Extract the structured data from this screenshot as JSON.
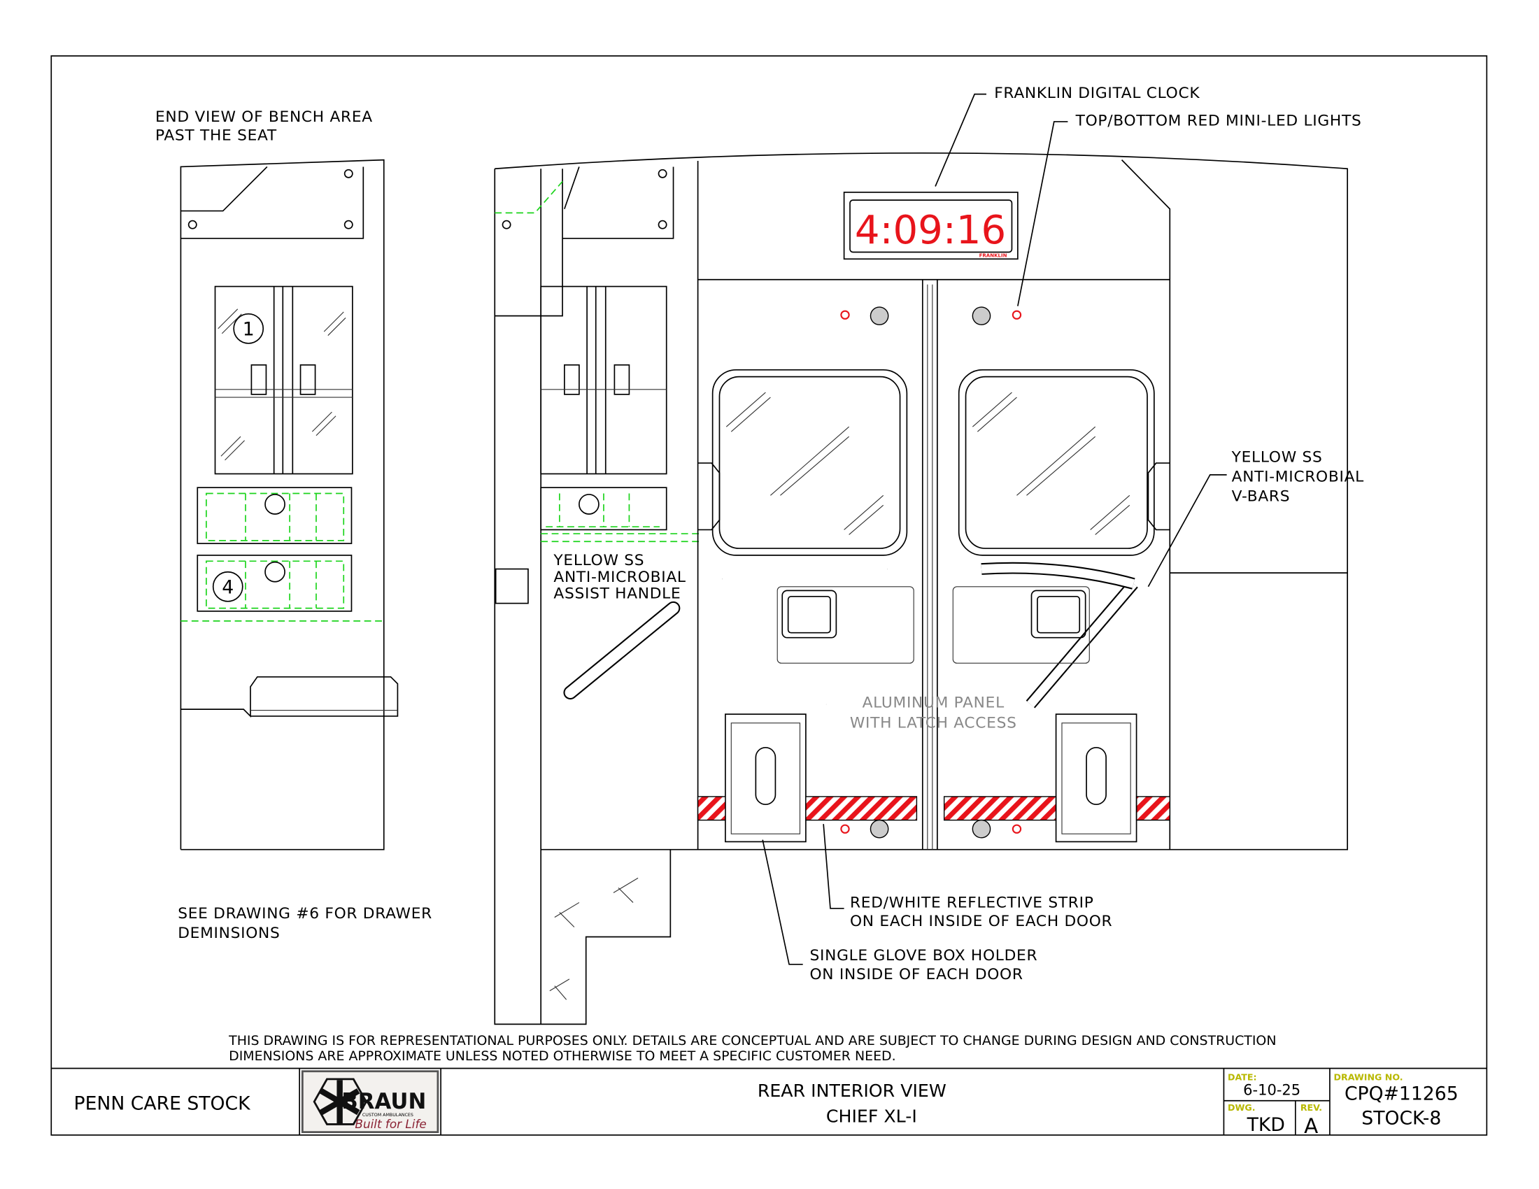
{
  "labels": {
    "end_view_1": "END VIEW OF BENCH AREA",
    "end_view_2": "PAST THE SEAT",
    "clock_callout": "FRANKLIN DIGITAL CLOCK",
    "led_callout": "TOP/BOTTOM RED MINI-LED LIGHTS",
    "vbars_1": "YELLOW SS",
    "vbars_2": "ANTI-MICROBIAL",
    "vbars_3": "V-BARS",
    "handle_1": "YELLOW SS",
    "handle_2": "ANTI-MICROBIAL",
    "handle_3": "ASSIST HANDLE",
    "panel_1": "ALUMINUM PANEL",
    "panel_2": "WITH LATCH ACCESS",
    "strip_1": "RED/WHITE REFLECTIVE STRIP",
    "strip_2": "ON EACH INSIDE OF EACH DOOR",
    "glove_1": "SINGLE GLOVE BOX HOLDER",
    "glove_2": "ON INSIDE OF EACH DOOR",
    "drawer_note_1": "SEE DRAWING #6 FOR DRAWER",
    "drawer_note_2": "DEMINSIONS",
    "cabinet_num_1": "1",
    "cabinet_num_4": "4"
  },
  "clock": {
    "time": "4:09:16",
    "brand": "FRANKLIN"
  },
  "disclaimer": {
    "line1": "THIS DRAWING IS FOR REPRESENTATIONAL PURPOSES ONLY.  DETAILS ARE CONCEPTUAL AND ARE SUBJECT TO CHANGE DURING DESIGN AND CONSTRUCTION",
    "line2": "DIMENSIONS ARE APPROXIMATE UNLESS NOTED OTHERWISE TO MEET A SPECIFIC CUSTOMER NEED."
  },
  "title_block": {
    "customer": "PENN CARE STOCK",
    "logo_text": "BRAUN",
    "logo_sub": "CUSTOM AMBULANCES",
    "logo_tagline": "Built for Life",
    "title_1": "REAR INTERIOR VIEW",
    "title_2": "CHIEF XL-I",
    "date_label": "DATE:",
    "date": "6-10-25",
    "dwg_label": "DWG.",
    "dwg": "TKD",
    "rev_label": "REV.",
    "rev": "A",
    "drawing_no_label": "DRAWING NO.",
    "drawing_no": "CPQ#11265",
    "drawing_sub": "STOCK-8"
  },
  "colors": {
    "led": "#e8141b",
    "dashed": "#1bd41b",
    "label_yellow": "#b8b800"
  }
}
